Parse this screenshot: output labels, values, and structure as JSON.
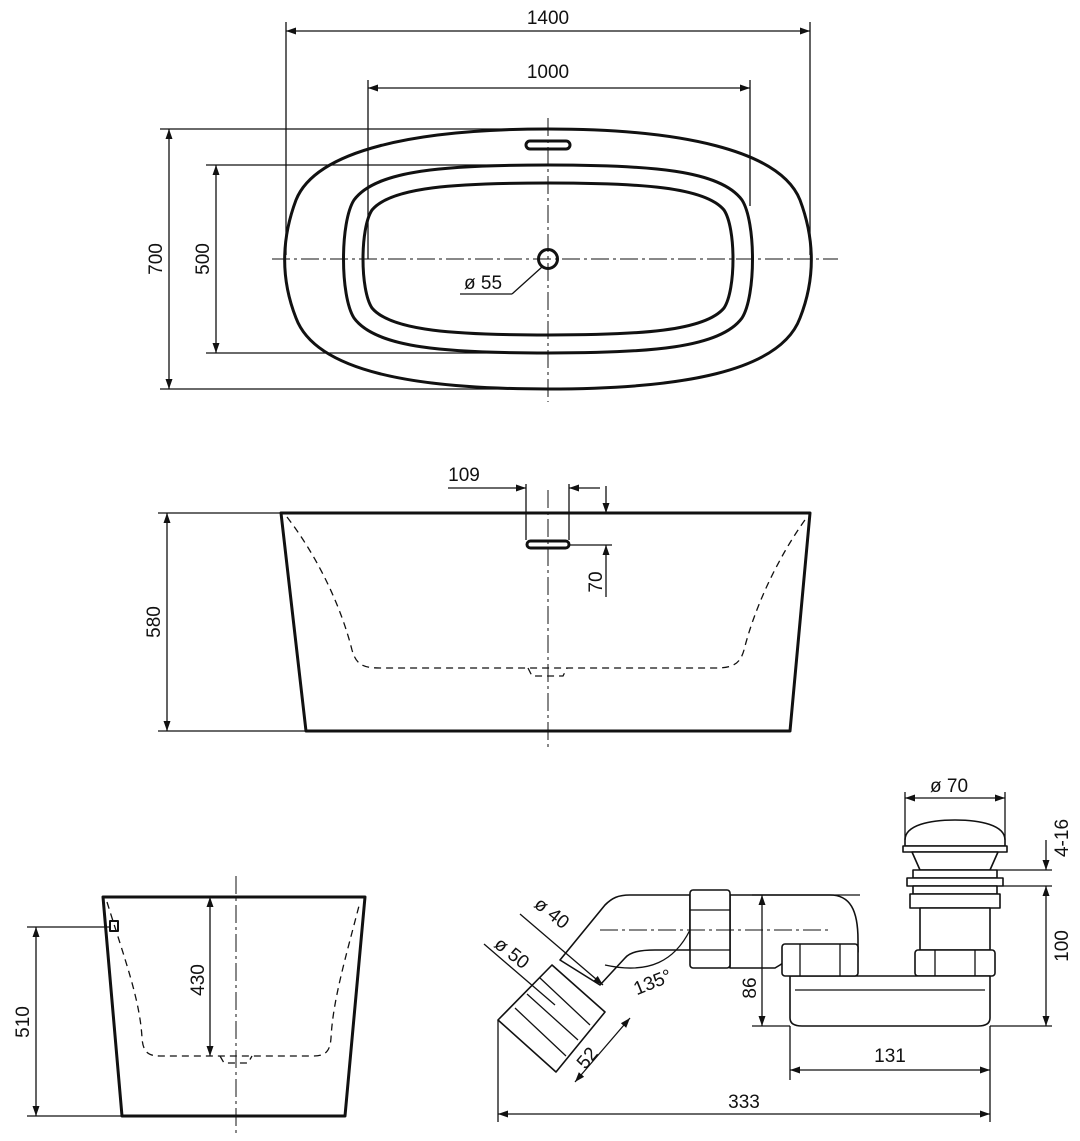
{
  "top_view": {
    "overall_length": "1400",
    "inner_length": "1000",
    "overall_width": "700",
    "inner_width": "500",
    "drain_diameter": "ø 55"
  },
  "front_view": {
    "overflow_width": "109",
    "overflow_height": "70",
    "height": "580"
  },
  "side_view": {
    "overflow_height": "510",
    "inner_depth": "430"
  },
  "drain_kit": {
    "pipe_small": "ø 40",
    "pipe_large": "ø 50",
    "angle": "135°",
    "outlet_length": "52",
    "height_86": "86",
    "plug_diameter": "ø 70",
    "plug_adjust": "4-16",
    "height_100": "100",
    "trap_length": "131",
    "total_length": "333"
  }
}
